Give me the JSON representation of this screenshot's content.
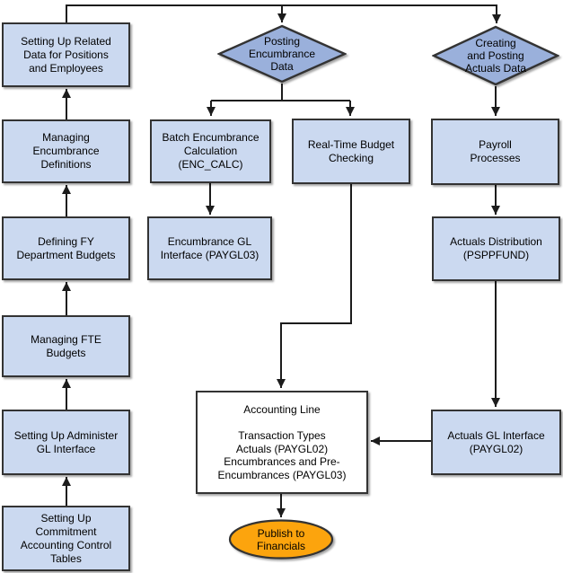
{
  "colors": {
    "box_fill": "#cbd9f0",
    "diamond_fill": "#9ab0db",
    "ellipse_fill": "#fca40d",
    "accounting_fill": "#ffffff",
    "border": "#333333",
    "line": "#1c1c1c"
  },
  "nodes": {
    "related_data": {
      "label": "Setting Up Related\nData for Positions\nand Employees"
    },
    "managing_encumbrance_definitions": {
      "label": "Managing\nEncumbrance\nDefinitions"
    },
    "defining_fy_department_budgets": {
      "label": "Defining FY\nDepartment Budgets"
    },
    "managing_fte_budgets": {
      "label": "Managing FTE\nBudgets"
    },
    "setting_up_administer_gl_interface": {
      "label": "Setting Up Administer\nGL Interface"
    },
    "setting_up_commitment_accounting": {
      "label": "Setting Up\nCommitment\nAccounting Control\nTables"
    },
    "posting_encumbrance_data": {
      "label": "Posting\nEncumbrance\nData"
    },
    "creating_and_posting_actuals_data": {
      "label": "Creating\nand Posting\nActuals Data"
    },
    "batch_encumbrance_calculation": {
      "label": "Batch Encumbrance\nCalculation\n(ENC_CALC)"
    },
    "encumbrance_gl_interface": {
      "label": "Encumbrance GL\nInterface (PAYGL03)"
    },
    "real_time_budget_checking": {
      "label": "Real-Time Budget\nChecking"
    },
    "payroll_processes": {
      "label": "Payroll\nProcesses"
    },
    "actuals_distribution": {
      "label": "Actuals Distribution\n(PSPPFUND)"
    },
    "actuals_gl_interface": {
      "label": "Actuals GL Interface\n(PAYGL02)"
    },
    "accounting_line": {
      "label": "Accounting Line\n\nTransaction Types\nActuals (PAYGL02)\nEncumbrances and Pre-\nEncumbrances (PAYGL03)"
    },
    "publish_to_financials": {
      "label": "Publish to\nFinancials"
    }
  },
  "edges": [
    "setting_up_related_data -> posting_encumbrance_data",
    "setting_up_related_data -> creating_and_posting_actuals_data",
    "setting_up_commitment_accounting -> setting_up_administer_gl_interface",
    "setting_up_administer_gl_interface -> managing_fte_budgets",
    "managing_fte_budgets -> defining_fy_department_budgets",
    "defining_fy_department_budgets -> managing_encumbrance_definitions",
    "managing_encumbrance_definitions -> setting_up_related_data",
    "posting_encumbrance_data -> batch_encumbrance_calculation",
    "posting_encumbrance_data -> real_time_budget_checking",
    "batch_encumbrance_calculation -> encumbrance_gl_interface",
    "real_time_budget_checking -> accounting_line",
    "creating_and_posting_actuals_data -> payroll_processes",
    "payroll_processes -> actuals_distribution",
    "actuals_distribution -> actuals_gl_interface",
    "actuals_gl_interface -> accounting_line",
    "accounting_line -> publish_to_financials"
  ]
}
